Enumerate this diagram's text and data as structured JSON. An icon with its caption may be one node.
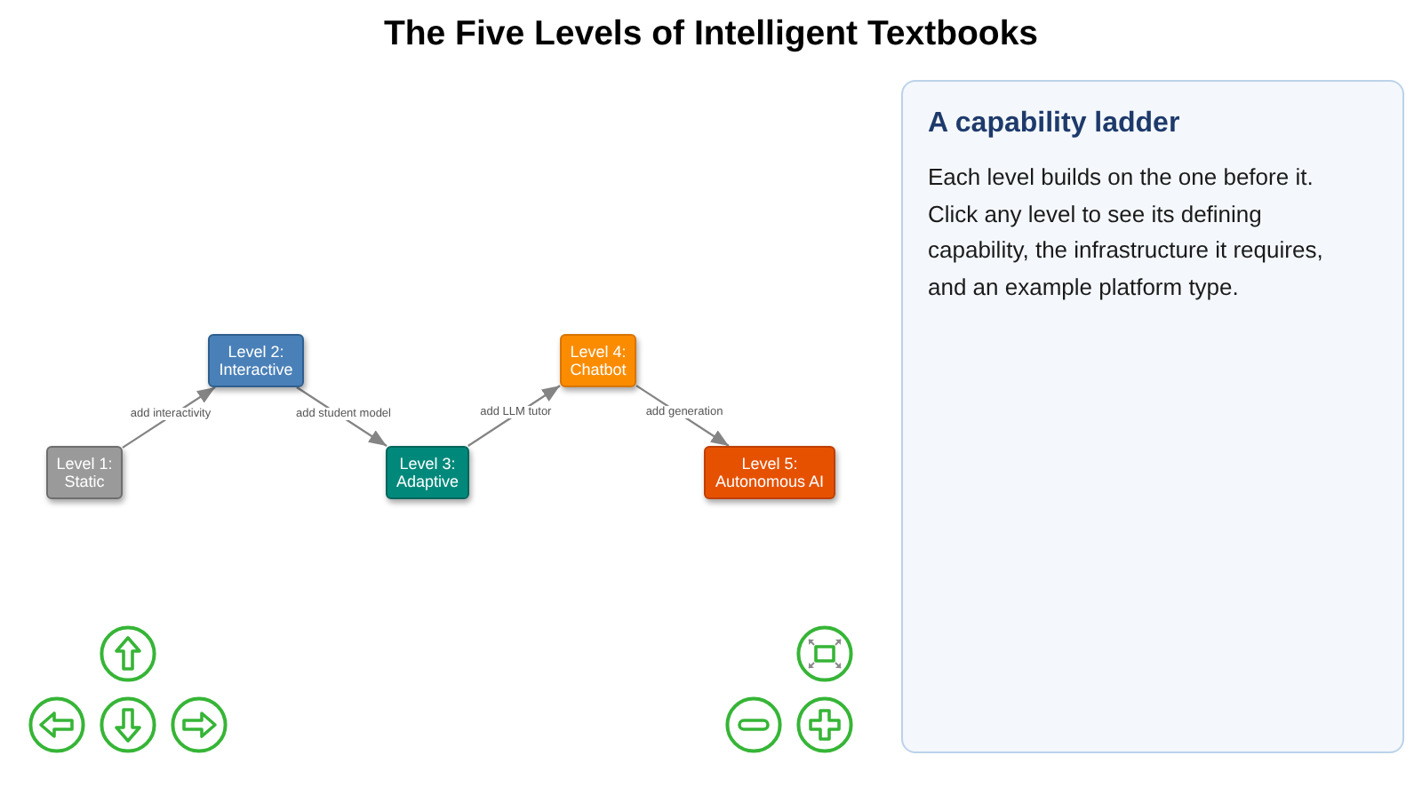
{
  "diagram": {
    "title": "The Five Levels of Intelligent Textbooks",
    "nodes": [
      {
        "text": [
          "Level 1: Static"
        ]
      },
      {
        "text": [
          "Level 2: Interactive"
        ]
      },
      {
        "text": [
          "Level 3: Adaptive"
        ]
      },
      {
        "text": [
          "Level 4: Chatbot"
        ]
      },
      {
        "text": [
          "Level 5: Autonomous AI"
        ]
      },
      {
        "text": [
          "A capability ladder",
          "Each level builds on the one before it. Click any level to see its defining capability, the infrastructure it requires, and an example platform type."
        ]
      }
    ],
    "edges": [
      {
        "from": 0,
        "to": 1,
        "arrow": "to",
        "label": "add interactivity"
      },
      {
        "from": 1,
        "to": 2,
        "arrow": "to",
        "label": "add student model"
      },
      {
        "from": 2,
        "to": 3,
        "arrow": "to",
        "label": "add LLM tutor"
      },
      {
        "from": 3,
        "to": 4,
        "arrow": "to",
        "label": "add generation"
      }
    ]
  }
}
